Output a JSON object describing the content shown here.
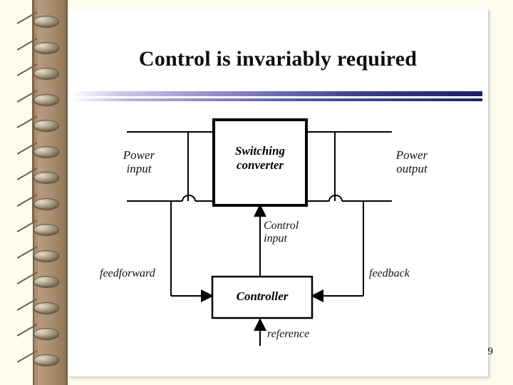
{
  "slide": {
    "title": "Control is invariably required",
    "page_number": "9"
  },
  "diagram": {
    "blocks": [
      {
        "id": "switching-converter",
        "label": "Switching\nconverter"
      },
      {
        "id": "controller",
        "label": "Controller"
      }
    ],
    "labels": [
      {
        "id": "power-input",
        "text": "Power\ninput"
      },
      {
        "id": "power-output",
        "text": "Power\noutput"
      },
      {
        "id": "control-input",
        "text": "Control\ninput"
      },
      {
        "id": "feedforward",
        "text": "feedforward"
      },
      {
        "id": "feedback",
        "text": "feedback"
      },
      {
        "id": "reference",
        "text": "reference"
      }
    ]
  },
  "colors": {
    "page": "#ffffff",
    "background": "#fdfcef",
    "binder": "#a98d6f",
    "rule_start": "#ffffff",
    "rule_end": "#1d1f63",
    "ink": "#000000"
  }
}
